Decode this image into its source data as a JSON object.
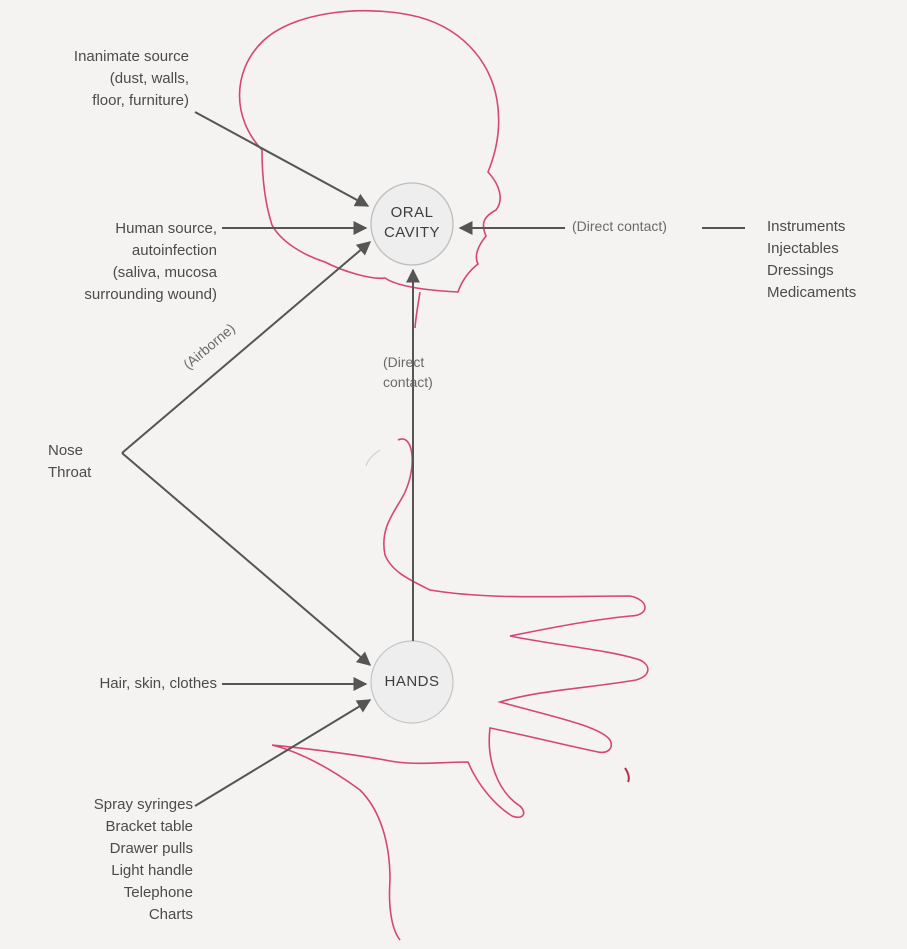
{
  "nodes": {
    "oral_cavity": [
      "ORAL",
      "CAVITY"
    ],
    "hands": "HANDS"
  },
  "sources": {
    "inanimate": [
      "Inanimate source",
      "(dust, walls,",
      "floor, furniture)"
    ],
    "human": [
      "Human source,",
      "autoinfection",
      "(saliva, mucosa",
      "surrounding wound)"
    ],
    "nose_throat": [
      "Nose",
      "Throat"
    ],
    "hair_skin": "Hair, skin, clothes",
    "equipment": [
      "Spray syringes",
      "Bracket table",
      "Drawer pulls",
      "Light handle",
      "Telephone",
      "Charts"
    ],
    "instruments": [
      "Instruments",
      "Injectables",
      "Dressings",
      "Medicaments"
    ]
  },
  "edge_labels": {
    "direct_contact_right": "(Direct contact)",
    "direct_contact_vertical": [
      "(Direct",
      "contact)"
    ],
    "airborne": "(Airborne)"
  },
  "colors": {
    "outline": "#d6457a",
    "arrow": "#555555",
    "node_border": "#bdbdbd",
    "node_fill": "#efeeee"
  }
}
